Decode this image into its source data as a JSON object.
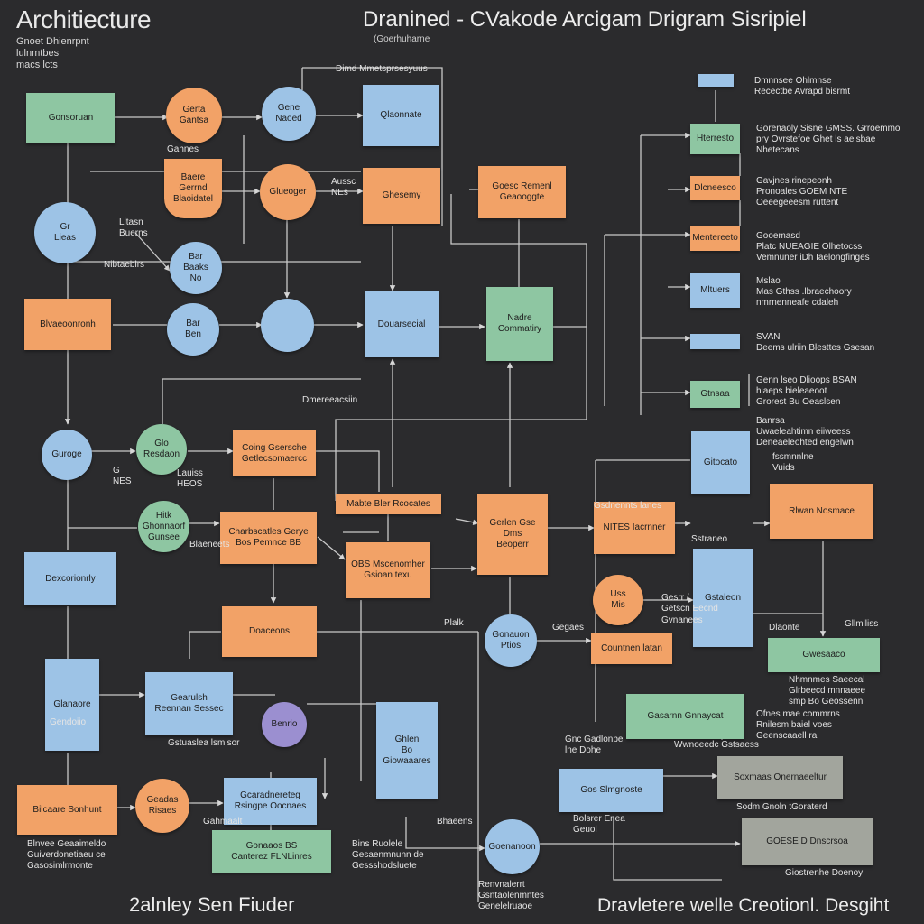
{
  "header": {
    "title": "Architiecture",
    "subtitle_lines": [
      "Gnoet Dhienrpnt",
      "lulnmtbes",
      "macs lcts"
    ],
    "diagram_heading": "Dranined  -  CVakode Arcigam Drigram Sisripiel",
    "heading_note": "(Goerhuharne"
  },
  "footer": {
    "left": "2alnley Sen Fiuder",
    "right": "Dravletere welle Creotionl. Desgiht"
  },
  "nodes": {
    "n1": "Gonsoruan",
    "n2": "Gerta\nGantsa",
    "n3": "Gene\nNaoed",
    "n4": "Qlaonnate",
    "n5": "Baere\nGerrnd\nBlaoidatel",
    "n6": "Glueoger",
    "n7": "Ghesemy",
    "n8": "Goesc Remenl\nGeaooggte",
    "n9": "Gr\nLieas",
    "n10": "Bar\nBaaks\nNo",
    "n11": "Blvaeoonronh",
    "n12": "Bar\nBen",
    "n13": "",
    "n14": "Douarsecial",
    "n15": "Nadre\nCommatiry",
    "n16": "Guroge",
    "n17": "Glo\nResdaon",
    "n18": "Coing   Gsersche\nGetlecsomaercc",
    "n19": "Mabte Bler Rcocates",
    "n20": "Gerlen Gse\nDms\nBeoperr",
    "n21": "Hitk\nGhonnaorf\nGunsee",
    "n22": "Charbscatles Gerye\nBos Pemnce BB",
    "n23": "OBS Mscenomher\nGsioan texu",
    "n24": "NITES Iacrnner",
    "n25": "Dexcorionrly",
    "n26": "Uss\nMis",
    "n27": "Gonauon\nPtios",
    "n28": "Countnen latan",
    "n29": "Doaceons",
    "n30": "Glanaore",
    "n31": "Gearulsh\nReennan Sessec",
    "n32": "Benrio",
    "n33": "Ghlen\nBo\nGiowaaares",
    "n34": "Gasarnn Gnnaycat",
    "n35": "Bilcaare Sonhunt",
    "n36": "Geadas\nRisaes",
    "n37": "Gcaradnereteg\nRsingpe Oocnaes",
    "n38": "Gonaaos   BS\nCanterez FLNLinres",
    "n39": "Goenanoon",
    "n40": "Gos Slmgnoste",
    "n41": "Soxmaas Onernaeeltur",
    "n42": "GOESE D Dnscrsoa",
    "n43": "Gitocato",
    "n44": "Rlwan Nosmace",
    "n45": "Gstaleon",
    "n46": "Gwesaaco",
    "n47": "Hterresto",
    "n48": "Dlcneesco",
    "n49": "Mentereeto",
    "n50": "",
    "n51": "",
    "n52": "Gtnsaa"
  },
  "labels": {
    "l1": "Dimd Mmetsprsesyuus",
    "l2": "Dmnnsee Ohlmnse\nRecectbe Avrapd bisrmt",
    "l3": "Gorenaoly Sisne  GMSS.  Grroemmo\npry  Ovrstefoe  Ghet ls aelsbae\nNhetecans",
    "l4": "Gavjnes rinepeonh\nPronoales  GOEM NTE\nOeeegeeesm ruttent",
    "l5": "Gooemasd\nPlatc  NUEAGIE  Olhetocss\nVemnuner  iDh  Iaelongfinges",
    "l6": "Mslao\nMas  Gthss  .lbraechoory\nnmrnenneafe cdaleh",
    "l7": "SVAN\nDeems ulriin  Blesttes  Gsesan",
    "l8": "Genn  lseo  Dlioops  BSAN\nhiaeps  bieleaeoot\nGrorest  Bu  Oeaslsen",
    "l9": "Banrsa\nUwaeleahtimn  eiiweess\nDeneaeleohted  engelwn",
    "l10": "fssmnnlne\nVuids",
    "l11": "Dmereeacsiin",
    "l12": "Mltuers",
    "l13": "Gahnes",
    "l14": "Lltasn\nBuerns",
    "l15": "Nibtaeblrs",
    "l16": "Aussc\nNEs",
    "l17": "G\nNES",
    "l18": "Lauiss\nHEOS",
    "l19": "Blaeneets",
    "l20": "Plalk",
    "l21": "Gegaes",
    "l22": "Gesrr  /\nGetscn  Eecnd",
    "l23": "Dlaonte",
    "l24": "Gllmlliss",
    "l25": "Nhmnmes  Saeecal\nGlrbeecd  mnnaeee\nsmp  Bo  Geossenn",
    "l26": "Ofnes  mae  commrns\nRnilesm  baiel  voes\nGeenscaaell  ra",
    "l27": "Wwnoeedc  Gstsaess",
    "l28": "Gnc  Gadlonpe\nlne Dohe",
    "l29": "Gstuaslea  lsmisor",
    "l30": "Sodm  Gnoln  tGoraterd",
    "l31": "Bolsrer  Enea\nGeuol",
    "l32": "Giostrenhe  Doenoy",
    "l33": "Blnvee  Geaaimeldo\nGuiverdonetiaeu  ce\nGasosimlrmonte",
    "l34": "Gahmaalt",
    "l35": "Bhaeens",
    "l36": "Bins  Ruolele\nGesaenmnunn  de\nGessshodsluete",
    "l37": "Renvnalerrt\nGsntaolenmntes\nGenelelruaoe",
    "l38": "Gendoiio",
    "l39": "Gsdnennts  lanes",
    "l40": "Sstraneo",
    "l41": "Gvnanees"
  },
  "colors": {
    "background": "#2b2b2d",
    "green": "#8ec6a2",
    "blue": "#9dc3e6",
    "orange": "#f2a267",
    "purple": "#9b8fd0",
    "grey": "#a2a59d",
    "connector": "#c9c9c9"
  }
}
